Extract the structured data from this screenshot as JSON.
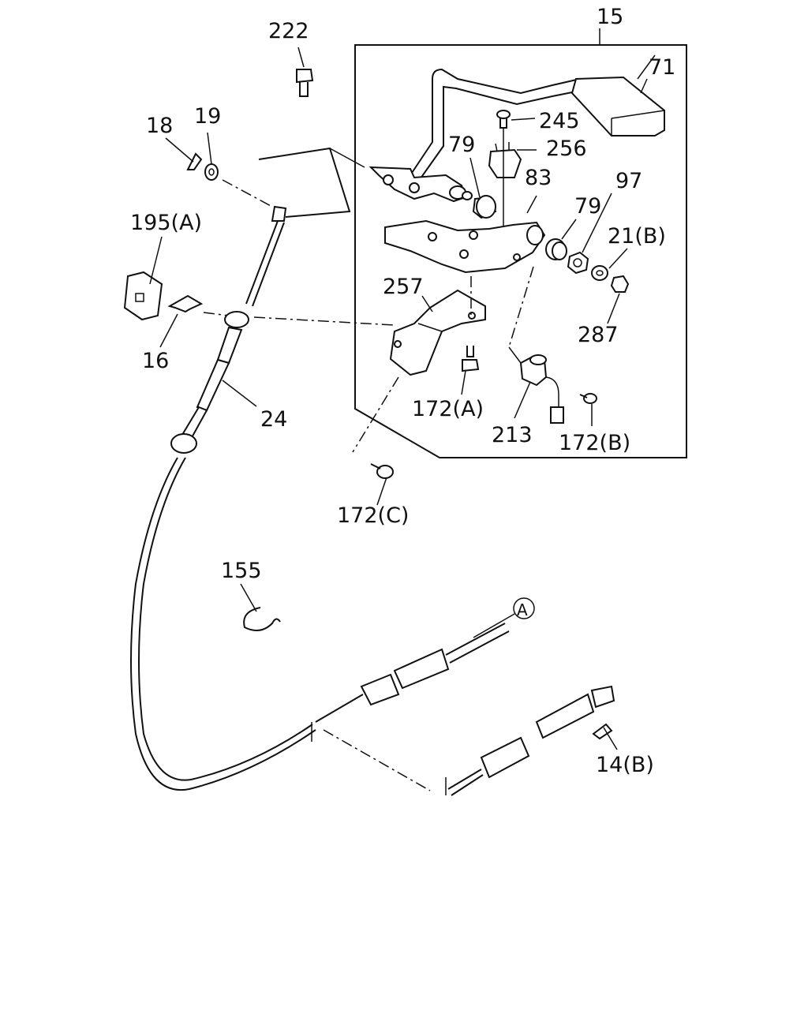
{
  "labels": {
    "p15": "15",
    "p71": "71",
    "p222": "222",
    "p245": "245",
    "p256": "256",
    "p79a": "79",
    "p83": "83",
    "p79b": "79",
    "p97": "97",
    "p18": "18",
    "p19": "19",
    "p195a": "195(A)",
    "p21b": "21(B)",
    "p257": "257",
    "p287": "287",
    "p16": "16",
    "p172a": "172(A)",
    "p24": "24",
    "p213": "213",
    "p172b": "172(B)",
    "p172c": "172(C)",
    "p155": "155",
    "refA": "A",
    "p14b": "14(B)"
  }
}
